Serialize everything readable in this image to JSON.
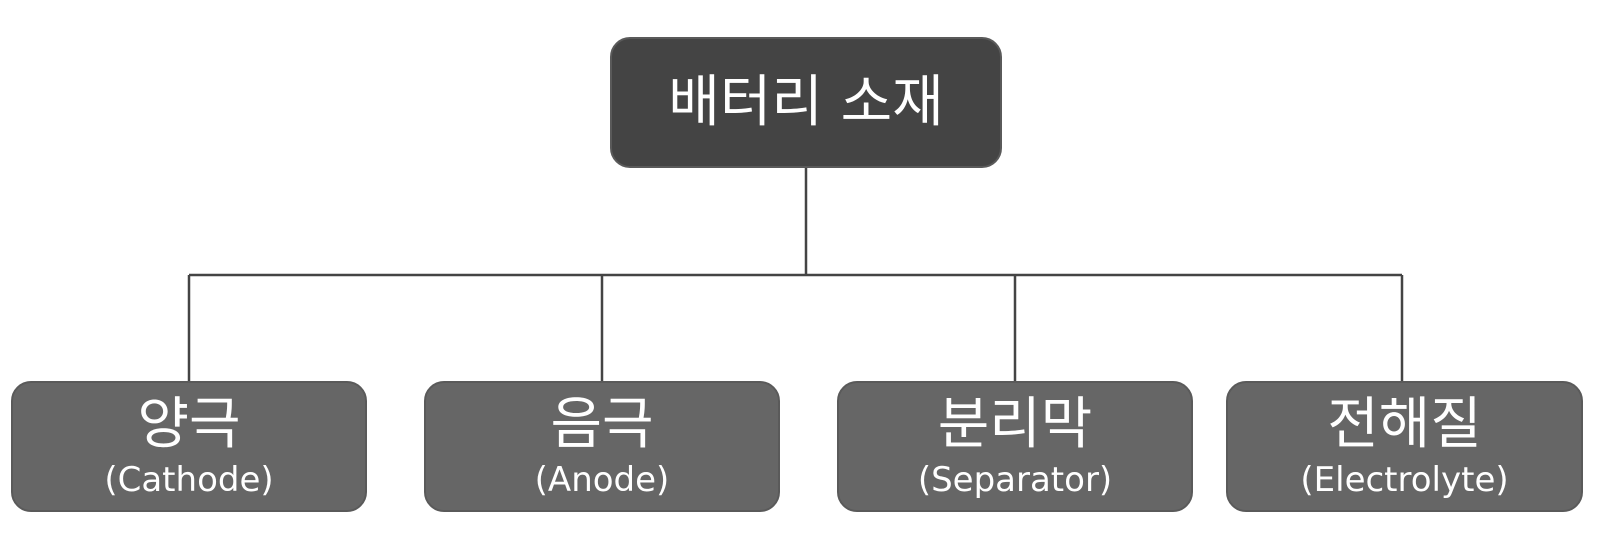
{
  "root": {
    "label": "배터리 소재"
  },
  "children": [
    {
      "label": "양극",
      "sublabel": "(Cathode)"
    },
    {
      "label": "음극",
      "sublabel": "(Anode)"
    },
    {
      "label": "분리막",
      "sublabel": "(Separator)"
    },
    {
      "label": "전해질",
      "sublabel": "(Electrolyte)"
    }
  ],
  "colors": {
    "root_fill": "#444444",
    "child_fill": "#666666",
    "border": "#5a5a5a",
    "connector": "#444444",
    "text": "#ffffff"
  }
}
